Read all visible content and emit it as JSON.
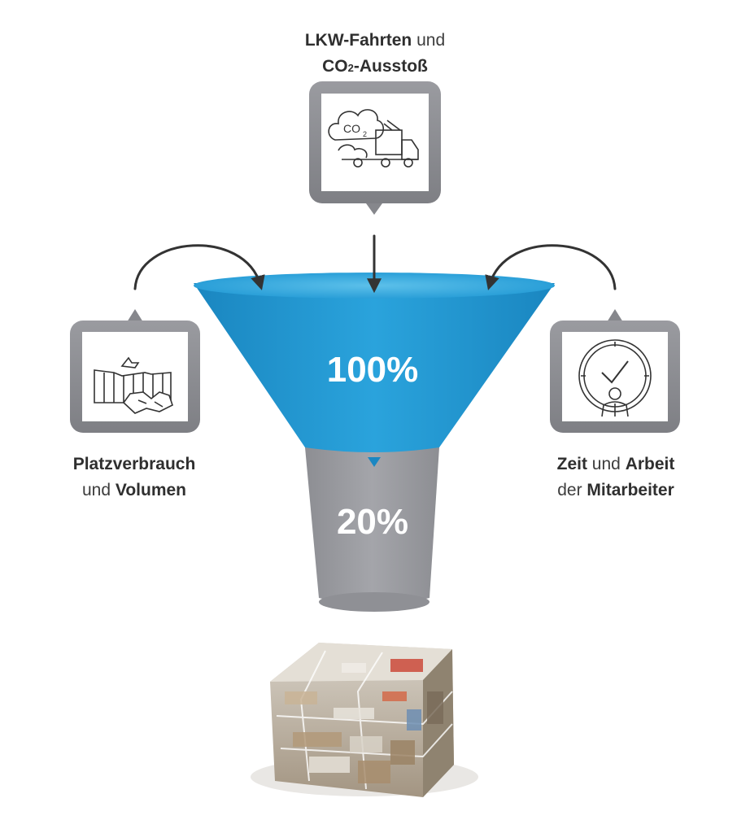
{
  "labels": {
    "top": {
      "line1_bold": "LKW-Fahrten",
      "line1_rest": " und",
      "line2_bold_a": "CO",
      "line2_sub": "2",
      "line2_bold_b": "-Ausstoß"
    },
    "left": {
      "line1_bold": "Platzverbrauch",
      "line2_normal": "und ",
      "line2_bold": "Volumen"
    },
    "right": {
      "line1_bold_a": "Zeit",
      "line1_normal": " und ",
      "line1_bold_b": "Arbeit",
      "line2_normal": "der ",
      "line2_bold": "Mitarbeiter"
    }
  },
  "funnel": {
    "top_percent": "100%",
    "bottom_percent": "20%"
  },
  "icons": {
    "top": "co2-truck-icon",
    "left": "containers-waste-icon",
    "right": "clock-worker-icon",
    "bottom": "compressed-bale-image"
  },
  "colors": {
    "blue_light": "#2a9fd8",
    "blue_dark": "#1b87c2",
    "gray": "#9a9ba0",
    "frame": "#8e8f94",
    "arrow": "#333333"
  }
}
